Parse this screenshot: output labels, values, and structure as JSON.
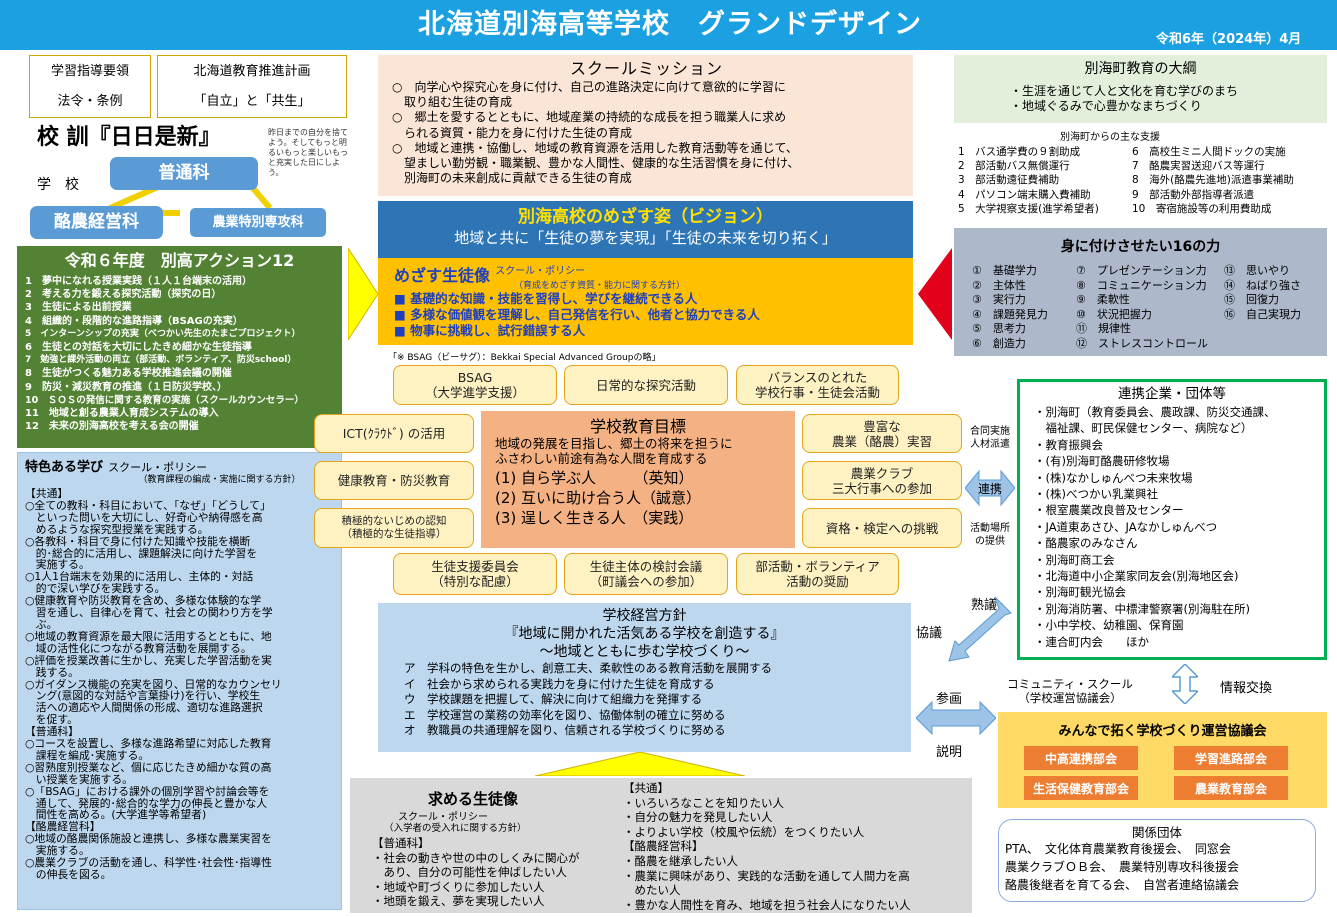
{
  "header": {
    "title": "北海道別海高等学校　グランドデザイン",
    "date": "令和6年（2024年）4月"
  },
  "topleft": {
    "b1_l1": "学習指導要領",
    "b1_l2": "法令・条例",
    "b2_l1": "北海道教育推進計画",
    "b2_l2": "「自立」と「共生」"
  },
  "motto": {
    "title": "校 訓『日日是新』",
    "note": "昨日までの自分を捨てよう。そしてもっと明るいもっと楽しいもっと充実した日にしよう。",
    "school_label": "学　校"
  },
  "courses": {
    "general": "普通科",
    "dairy": "酪農経営科",
    "special": "農業特別専攻科"
  },
  "actions": {
    "title": "令和６年度　別高アクション12",
    "items": [
      "1　夢中になれる授業実践（１人１台端末の活用）",
      "2　考える力を鍛える探究活動（探究の日）",
      "3　生徒による出前授業",
      "4　組織的・段階的な進路指導（BSAGの充実）",
      "5　インターンシップの充実（べつかい先生のたまごプロジェクト）",
      "6　生徒との対話を大切にしたきめ細かな生徒指導",
      "7　勉強と課外活動の両立（部活動、ボランティア、防災school）",
      "8　生徒がつくる魅力ある学校推進会議の開催",
      "9　防災・減災教育の推進（１日防災学校、）",
      "10　ＳＯＳの発信に関する教育の実施（スクールカウンセラー）",
      "11　地域と創る農業人育成システムの導入",
      "12　未来の別海高校を考える会の開催"
    ]
  },
  "tokushoku": {
    "title": "特色ある学び",
    "policy": "スクール・ポリシー",
    "policy_sub": "（教育課程の編成・実施に関する方針）",
    "lines": [
      "【共通】",
      "○全ての教科・科目において、「なぜ」「どうして」",
      "　といった問いを大切にし、好奇心や納得感を高",
      "　めるような探究型授業を実践する。",
      "○各教科・科目で身に付けた知識や技能を横断",
      "　的･総合的に活用し、課題解決に向けた学習を",
      "　実施する。",
      "○1人1台端末を効果的に活用し、主体的・対話",
      "　的で深い学びを実践する。",
      "○健康教育や防災教育を含め、多様な体験的な学",
      "　習を通し、自律心を育て、社会との関わり方を学",
      "　ぶ。",
      "○地域の教育資源を最大限に活用するとともに、地",
      "　域の活性化につながる教育活動を展開する。",
      "○評価を授業改善に生かし、充実した学習活動を実",
      "　践する。",
      "○ガイダンス機能の充実を図り、日常的なカウンセリ",
      "　ング(意図的な対話や言葉掛け)を行い、学校生",
      "　活への適応や人間関係の形成、適切な進路選択",
      "　を促す。",
      "【普通科】",
      "○コースを設置し、多様な進路希望に対応した教育",
      "　課程を編成･実施する。",
      "○習熟度別授業など、個に応じたきめ細かな質の高",
      "　い授業を実施する。",
      "○「BSAG」における課外の個別学習や討論会等を",
      "　通して、発展的･総合的な学力の伸長と豊かな人",
      "　間性を高める。(大学進学等希望者)",
      "【酪農経営科】",
      "○地域の酪農関係施設と連携し、多様な農業実習を",
      "　実施する。",
      "○農業クラブの活動を通し、科学性･社会性･指導性",
      "　の伸長を図る。"
    ]
  },
  "mission": {
    "title": "スクールミッション",
    "lines": [
      "○　向学心や探究心を身に付け、自己の進路決定に向けて意欲的に学習に",
      "　取り組む生徒の育成",
      "○　郷土を愛するとともに、地域産業の持続的な成長を担う職業人に求め",
      "　られる資質・能力を身に付けた生徒の育成",
      "○　地域と連携・協働し、地域の教育資源を活用した教育活動等を通じて、",
      "　望ましい勤労観・職業観、豊かな人間性、健康的な生活習慣を身に付け、",
      "　別海町の未来創成に貢献できる生徒の育成"
    ]
  },
  "vision": {
    "title": "別海高校のめざす姿（ビジョン）",
    "subtitle": "地域と共に「生徒の夢を実現」「生徒の未来を切り拓く」"
  },
  "mezasu": {
    "title": "めざす生徒像",
    "policy": "スクール・ポリシー",
    "policy_sub": "（育成をめざす資質・能力に関する方針）",
    "items": [
      "■ 基礎的な知識・技能を習得し、学びを継続できる人",
      "■ 多様な価値観を理解し、自己発信を行い、他者と協力できる人",
      "■ 物事に挑戦し、試行錯誤する人"
    ]
  },
  "bsag_note": "「※ BSAG（ビーサグ）：Bekkai Special Advanced Groupの略」",
  "ovals": {
    "bsag": "BSAG\n（大学進学支援）",
    "tankyu": "日常的な探究活動",
    "balance": "バランスのとれた\n学校行事・生徒会活動",
    "ict": "ICT(ｸﾗｳﾄﾞ) の活用",
    "kenko": "健康教育・防災教育",
    "ijime": "積極的ないじめの認知\n（積極的な生徒指導）",
    "nogyo": "豊富な\n農業（酪農）実習",
    "club": "農業クラブ\n三大行事への参加",
    "shikaku": "資格・検定への挑戦",
    "shien": "生徒支援委員会\n（特別な配慮）",
    "kento": "生徒主体の検討会議\n（町議会への参加）",
    "bukatsu": "部活動・ボランティア\n活動の奨励"
  },
  "goal": {
    "title": "学校教育目標",
    "lines": [
      "地域の発展を目指し、郷土の将来を担うに",
      "ふさわしい前途有為な人間を育成する"
    ],
    "items": [
      "(1) 自ら学ぶ人　　　（英知）",
      "(2) 互いに助け合う人（誠意）",
      "(3) 逞しく生きる人　（実践）"
    ]
  },
  "policy_box": {
    "title": "学校経営方針",
    "slogan": "『地域に開かれた活気ある学校を創造する』",
    "sub": "～地域とともに歩む学校づくり～",
    "items": [
      "ア　学科の特色を生かし、創意工夫、柔軟性のある教育活動を展開する",
      "イ　社会から求められる実践力を身に付けた生徒を育成する",
      "ウ　学校課題を把握して、解決に向けて組織力を発揮する",
      "エ　学校運営の業務の効率化を図り、協働体制の確立に努める",
      "オ　教職員の共通理解を図り、信頼される学校づくりに努める"
    ]
  },
  "motomeru": {
    "title": "求める生徒像",
    "policy": "スクール・ポリシー",
    "policy_sub": "（入学者の受入れに関する方針）",
    "left": [
      "【普通科】",
      "・社会の動きや世の中のしくみに関心が",
      "　あり、自分の可能性を伸ばしたい人",
      "・地域や町づくりに参加したい人",
      "・地頭を鍛え、夢を実現したい人"
    ],
    "right": [
      "【共通】",
      "・いろいろなことを知りたい人",
      "・自分の魅力を発見したい人",
      "・よりよい学校（校風や伝統）をつくりたい人",
      "【酪農経営科】",
      "・酪農を継承したい人",
      "・農業に興味があり、実践的な活動を通して人間力を高",
      "　めたい人",
      "・豊かな人間性を育み、地域を担う社会人になりたい人"
    ]
  },
  "town": {
    "title": "別海町教育の大綱",
    "lines": [
      "・生涯を通じて人と文化を育む学びのまち",
      "・地域ぐるみで心豊かなまちづくり"
    ],
    "support_title": "別海町からの主な支援",
    "support_left": [
      "1　バス通学費の９割助成",
      "2　部活動バス無償運行",
      "3　部活動遠征費補助",
      "4　パソコン端末購入費補助",
      "5　大学視察支援(進学希望者)"
    ],
    "support_right": [
      "6　高校生ミニ人間ドックの実施",
      "7　酪農実習送迎バス等運行",
      "8　海外(酪農先進地)派遣事業補助",
      "9　部活動外部指導者派遣",
      "10　寄宿施設等の利用費助成"
    ]
  },
  "power": {
    "title": "身に付けさせたい16の力",
    "col1": [
      "①　基礎学力",
      "②　主体性",
      "③　実行力",
      "④　課題発見力",
      "⑤　思考力",
      "⑥　創造力"
    ],
    "col2": [
      "⑦　プレゼンテーション力",
      "⑧　コミュニケーション力",
      "⑨　柔軟性",
      "⑩　状況把握力",
      "⑪　規律性",
      "⑫　ストレスコントロール"
    ],
    "col3": [
      "⑬　思いやり",
      "⑭　ねばり強さ",
      "⑮　回復力",
      "⑯　自己実現力"
    ]
  },
  "partners": {
    "title": "連携企業・団体等",
    "items": [
      "・別海町（教育委員会、農政課、防災交通課、",
      "　福祉課、町民保健センター、病院など）",
      "・教育振興会",
      "・(有)別海町酪農研修牧場",
      "・(株)なかしゅんべつ未来牧場",
      "・(株)べつかい乳業興社",
      "・根室農業改良普及センター",
      "・JA道東あさひ、JAなかしゅんべつ",
      "・酪農家のみなさん",
      "・別海町商工会",
      "・北海道中小企業家同友会(別海地区会)",
      "・別海町観光協会",
      "・別海消防署、中標津警察署(別海駐在所)",
      "・小中学校、幼稚園、保育園",
      "・連合町内会　　ほか"
    ]
  },
  "links": {
    "godo": "合同実施\n人材派遣",
    "renkei": "連携",
    "katsudo": "活動場所\nの提供",
    "jukugi": "熟議",
    "kyogi": "協議",
    "sankaku": "参画",
    "setsumei": "説明",
    "community": "コミュニティ・スクール\n（学校運営協議会）",
    "joho": "情報交換"
  },
  "council": {
    "title": "みんなで拓く学校づくり運営協議会",
    "buttons": [
      "中高連携部会",
      "学習進路部会",
      "生活保健教育部会",
      "農業教育部会"
    ]
  },
  "kankei": {
    "title": "関係団体",
    "lines": [
      "PTA、　文化体育農業教育後援会、　同窓会",
      "農業クラブＯＢ会、　農業特別専攻科後援会",
      "酪農後継者を育てる会、　自営者連絡協議会"
    ]
  }
}
